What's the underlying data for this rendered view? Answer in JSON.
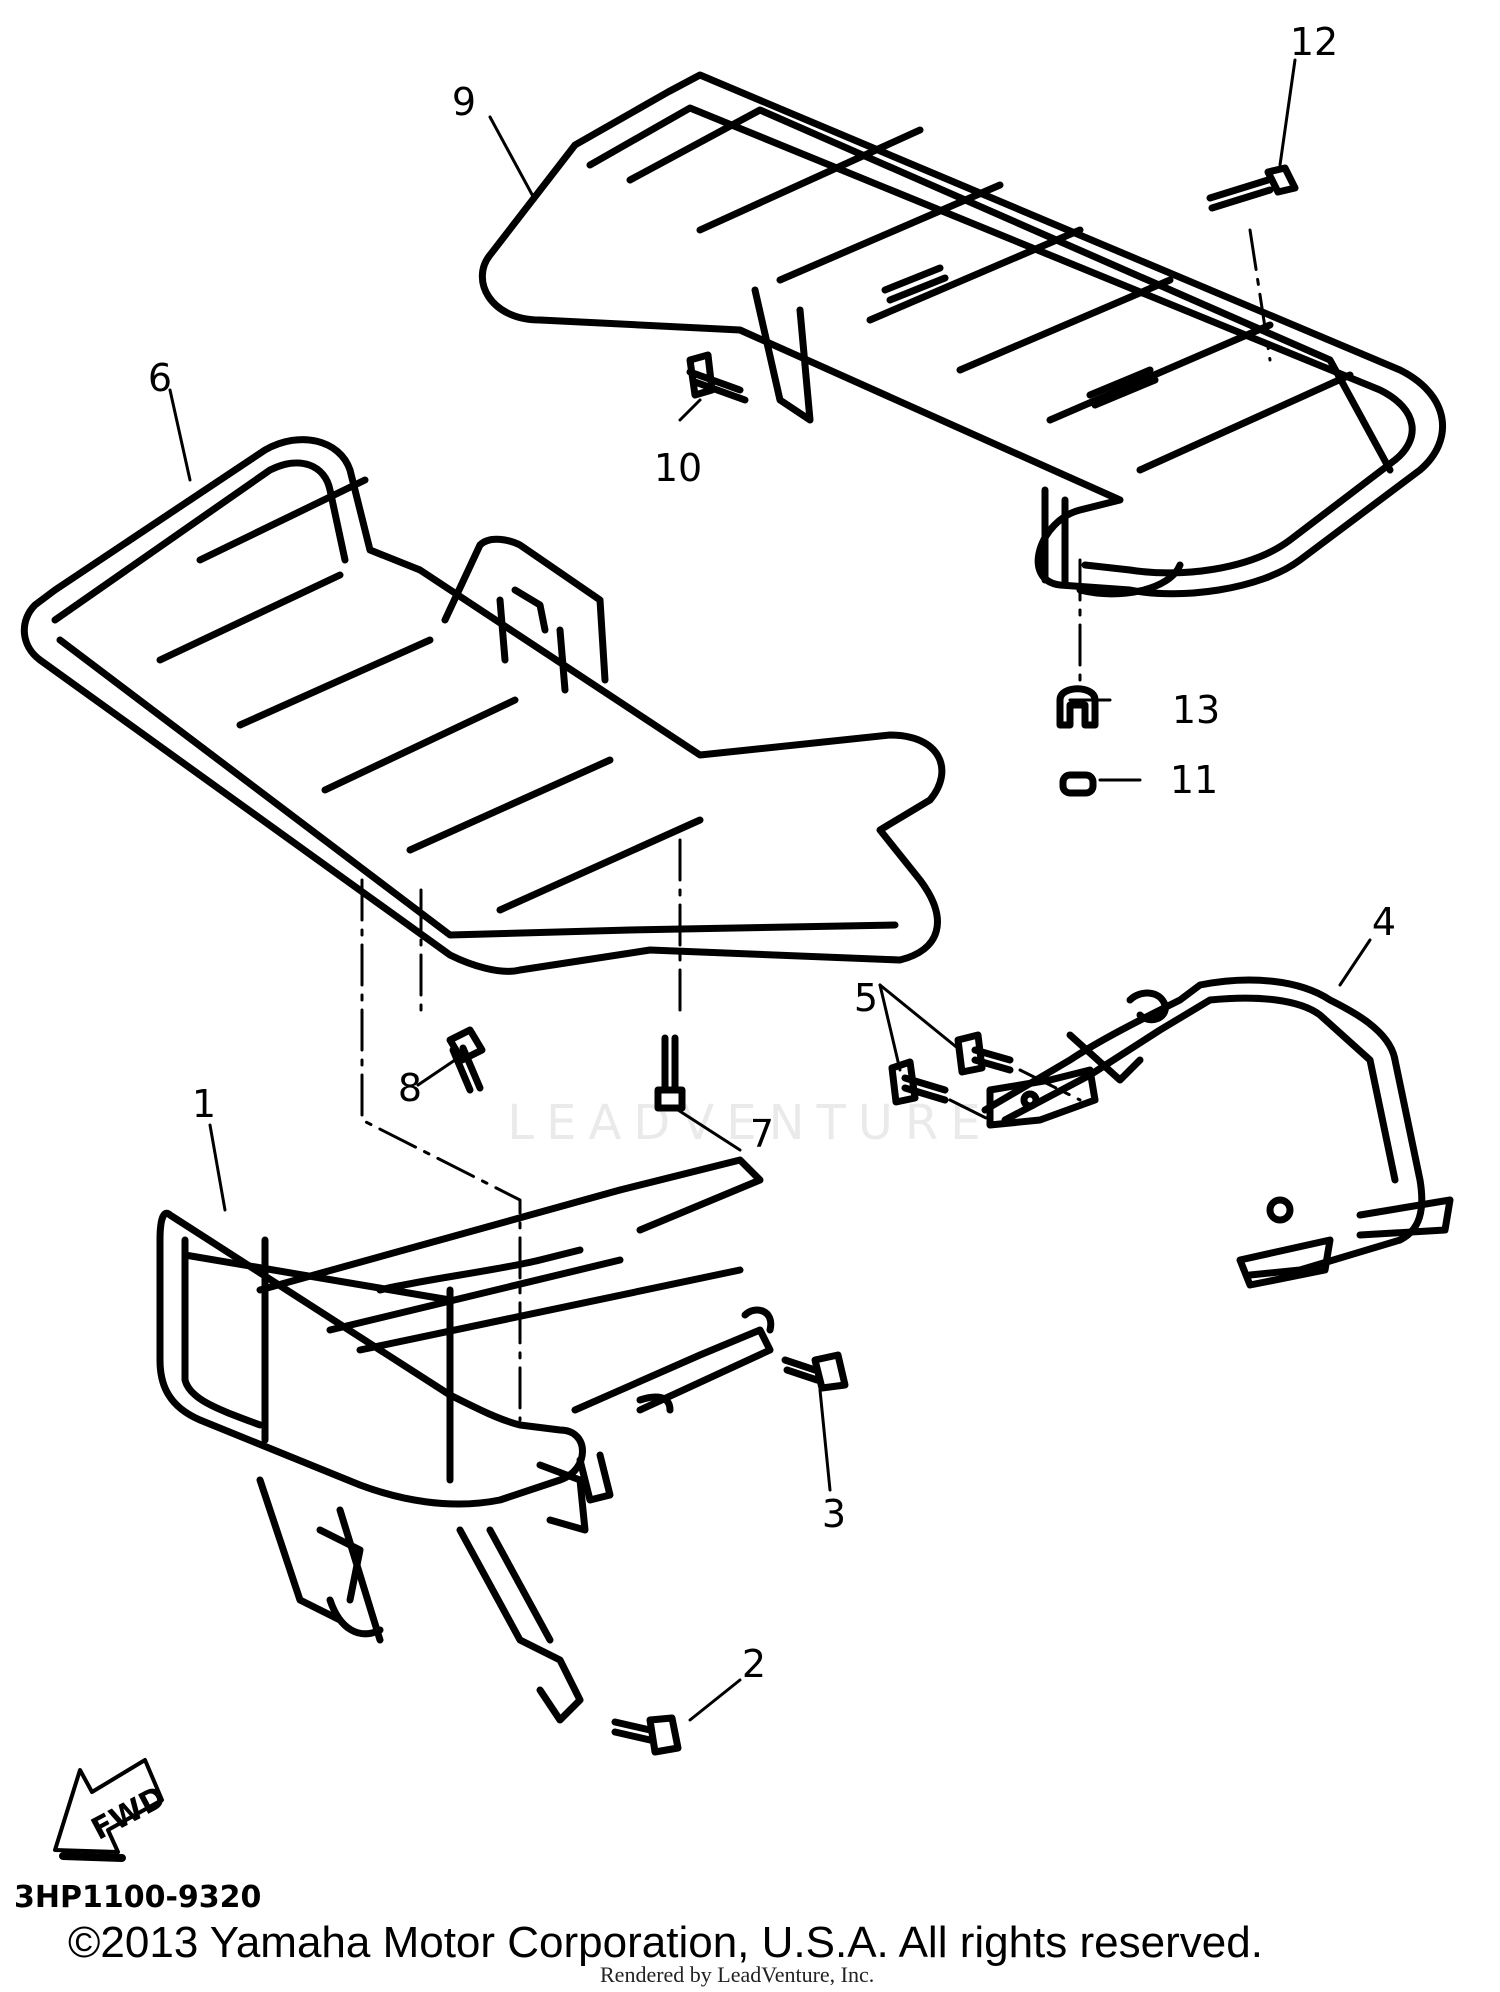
{
  "callouts": [
    {
      "label": "1"
    },
    {
      "label": "2"
    },
    {
      "label": "3"
    },
    {
      "label": "4"
    },
    {
      "label": "5"
    },
    {
      "label": "6"
    },
    {
      "label": "7"
    },
    {
      "label": "8"
    },
    {
      "label": "9"
    },
    {
      "label": "10"
    },
    {
      "label": "11"
    },
    {
      "label": "12"
    },
    {
      "label": "13"
    }
  ],
  "fwd_arrow": "FWD",
  "part_code": "3HP1100-9320",
  "copyright": "©2013 Yamaha Motor Corporation, U.S.A. All rights reserved.",
  "rendered_by": "Rendered by LeadVenture, Inc.",
  "watermark": "LEADVENTURE"
}
